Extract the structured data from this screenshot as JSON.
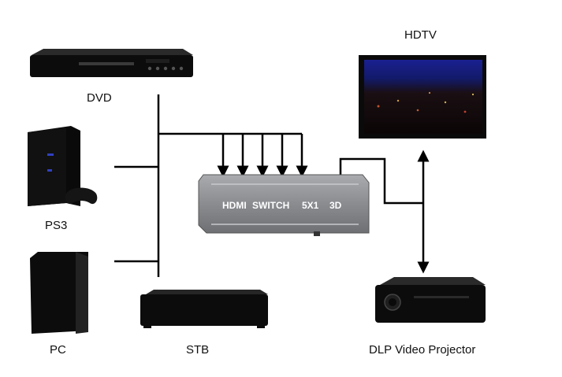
{
  "labels": {
    "dvd": "DVD",
    "ps3": "PS3",
    "pc": "PC",
    "stb": "STB",
    "hdtv": "HDTV",
    "projector": "DLP Video Projector"
  },
  "switch": {
    "label_hdmi": "HDMI",
    "label_switch": "SWITCH",
    "label_ratio": "5X1",
    "label_3d": "3D"
  },
  "colors": {
    "line": "#000000",
    "device": "#0d0d0d",
    "switch_body": "#8c8e92",
    "tv_screen_top": "#141a8a"
  }
}
